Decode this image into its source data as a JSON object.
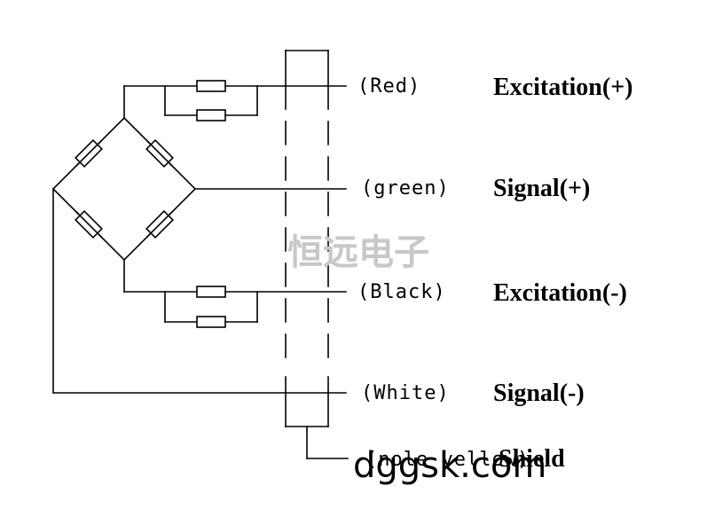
{
  "diagram": {
    "wires": [
      {
        "wire_label": "(Red)",
        "function_label": "Excitation(+)"
      },
      {
        "wire_label": "(green)",
        "function_label": "Signal(+)"
      },
      {
        "wire_label": "(Black)",
        "function_label": "Excitation(-)"
      },
      {
        "wire_label": "(White)",
        "function_label": "Signal(-)"
      },
      {
        "wire_label": "(nole yellow)",
        "function_label": "Shield"
      }
    ]
  },
  "watermark_text": "恒远电子",
  "site_text": "dggsk.com",
  "colors": {
    "line": "#000000",
    "watermark": "#c8c8c8",
    "background": "#ffffff"
  }
}
